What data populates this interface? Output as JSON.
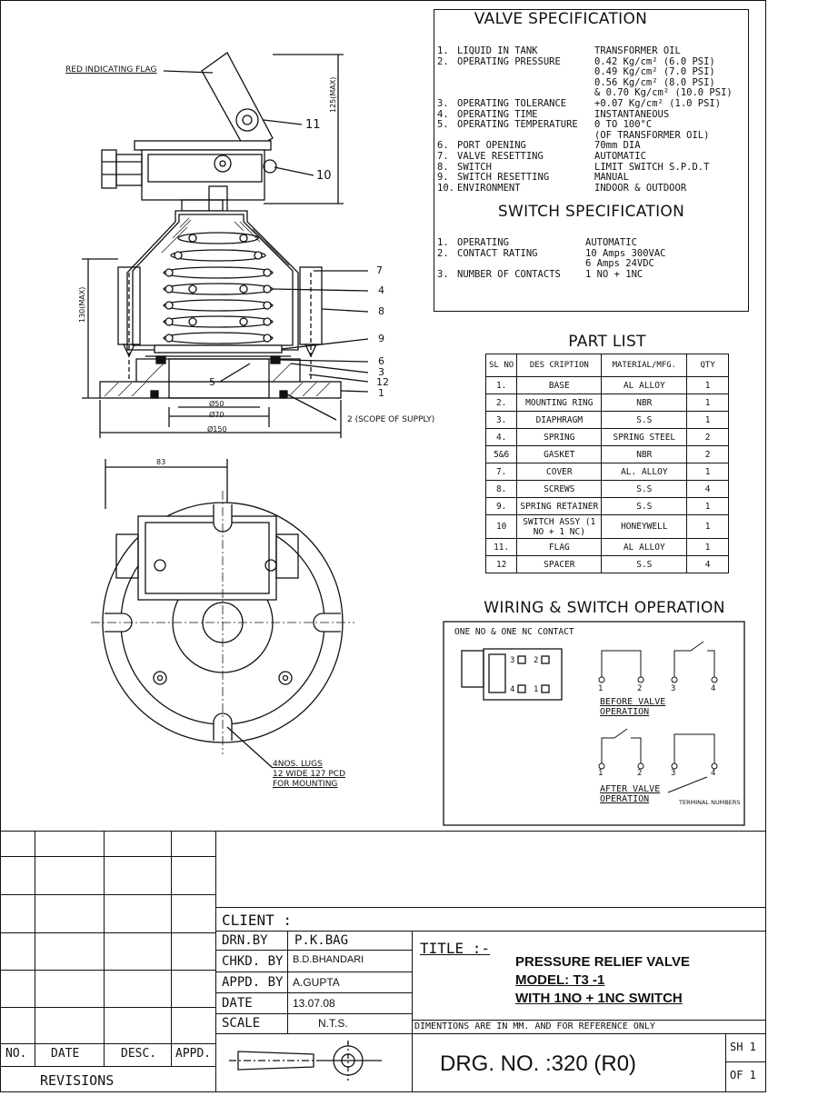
{
  "valve_spec": {
    "title": "VALVE SPECIFICATION",
    "rows": [
      {
        "no": "1.",
        "label": "LIQUID IN TANK",
        "value": "TRANSFORMER OIL"
      },
      {
        "no": "2.",
        "label": "OPERATING PRESSURE",
        "value": "0.42 Kg/cm² (6.0 PSI)"
      },
      {
        "no": "",
        "label": "",
        "value": "0.49 Kg/cm² (7.0 PSI)"
      },
      {
        "no": "",
        "label": "",
        "value": "0.56 Kg/cm² (8.0 PSI)"
      },
      {
        "no": "",
        "label": "",
        "value": "& 0.70 Kg/cm² (10.0 PSI)"
      },
      {
        "no": "3.",
        "label": "OPERATING TOLERANCE",
        "value": "+0.07 Kg/cm² (1.0 PSI)"
      },
      {
        "no": "4.",
        "label": "OPERATING TIME",
        "value": "INSTANTANEOUS"
      },
      {
        "no": "5.",
        "label": "OPERATING TEMPERATURE",
        "value": "0 TO 100°C"
      },
      {
        "no": "",
        "label": "",
        "value": "(OF TRANSFORMER OIL)"
      },
      {
        "no": "6.",
        "label": "PORT OPENING",
        "value": "70mm DIA"
      },
      {
        "no": "7.",
        "label": "VALVE RESETTING",
        "value": "AUTOMATIC"
      },
      {
        "no": "8.",
        "label": "SWITCH",
        "value": "LIMIT SWITCH S.P.D.T"
      },
      {
        "no": "9.",
        "label": "SWITCH RESETTING",
        "value": "MANUAL"
      },
      {
        "no": "10.",
        "label": "ENVIRONMENT",
        "value": "INDOOR & OUTDOOR"
      }
    ]
  },
  "switch_spec": {
    "title": "SWITCH SPECIFICATION",
    "rows": [
      {
        "no": "1.",
        "label": "OPERATING",
        "value": "AUTOMATIC"
      },
      {
        "no": "2.",
        "label": "CONTACT RATING",
        "value": "10 Amps 300VAC"
      },
      {
        "no": "",
        "label": "",
        "value": "6 Amps 24VDC"
      },
      {
        "no": "3.",
        "label": "NUMBER OF CONTACTS",
        "value": "1 NO + 1NC"
      }
    ]
  },
  "part_list": {
    "title": "PART LIST",
    "headers": [
      "SL NO",
      "DES CRIPTION",
      "MATERIAL/MFG.",
      "QTY"
    ],
    "rows": [
      [
        "1.",
        "BASE",
        "AL ALLOY",
        "1"
      ],
      [
        "2.",
        "MOUNTING RING",
        "NBR",
        "1"
      ],
      [
        "3.",
        "DIAPHRAGM",
        "S.S",
        "1"
      ],
      [
        "4.",
        "SPRING",
        "SPRING STEEL",
        "2"
      ],
      [
        "5&6",
        "GASKET",
        "NBR",
        "2"
      ],
      [
        "7.",
        "COVER",
        "AL. ALLOY",
        "1"
      ],
      [
        "8.",
        "SCREWS",
        "S.S",
        "4"
      ],
      [
        "9.",
        "SPRING RETAINER",
        "S.S",
        "1"
      ],
      [
        "10",
        "SWITCH ASSY (1 NO + 1 NC)",
        "HONEYWELL",
        "1"
      ],
      [
        "11.",
        "FLAG",
        "AL ALLOY",
        "1"
      ],
      [
        "12",
        "SPACER",
        "S.S",
        "4"
      ]
    ]
  },
  "wiring": {
    "title": "WIRING & SWITCH OPERATION",
    "contact_label": "ONE NO & ONE NC CONTACT",
    "before_label_1": "BEFORE VALVE",
    "before_label_2": "OPERATION",
    "after_label_1": "AFTER VALVE",
    "after_label_2": "OPERATION",
    "terminal_label": "TERMINAL NUMBERS",
    "terminals": [
      "1",
      "2",
      "3",
      "4"
    ]
  },
  "drawing": {
    "red_flag_label": "RED INDICATING FLAG",
    "dim_125": "125(MAX)",
    "dim_130": "130(MAX)",
    "dim_50": "Ø50",
    "dim_70": "Ø70",
    "dim_150": "Ø150",
    "dim_83": "83",
    "scope_label": "2 (SCOPE OF SUPPLY)",
    "lugs_1": "4NOS. LUGS",
    "lugs_2": "12 WIDE 127 PCD",
    "lugs_3": "FOR MOUNTING",
    "callouts": [
      "11",
      "10",
      "7",
      "4",
      "8",
      "9",
      "6",
      "3",
      "12",
      "1",
      "5"
    ]
  },
  "title_block": {
    "client_label": "CLIENT :",
    "drn_label": "DRN.BY",
    "drn_value": "P.K.BAG",
    "chkd_label": "CHKD. BY",
    "chkd_value": "B.D.BHANDARI",
    "appd_label": "APPD. BY",
    "appd_value": "A.GUPTA",
    "date_label": "DATE",
    "date_value": "13.07.08",
    "scale_label": "SCALE",
    "scale_value": "N.T.S.",
    "title_label": "TITLE :-",
    "title_line1": "PRESSURE RELIEF VALVE",
    "title_line2": "MODEL: T3 -1",
    "title_line3": "WITH 1NO + 1NC SWITCH",
    "note": "DIMENTIONS ARE IN MM. AND FOR REFERENCE ONLY",
    "drg_no": "DRG. NO. :320 (R0)",
    "sheet": "SH 1",
    "of": "OF 1",
    "rev_headers": [
      "NO.",
      "DATE",
      "DESC.",
      "APPD."
    ],
    "revisions_label": "REVISIONS"
  }
}
